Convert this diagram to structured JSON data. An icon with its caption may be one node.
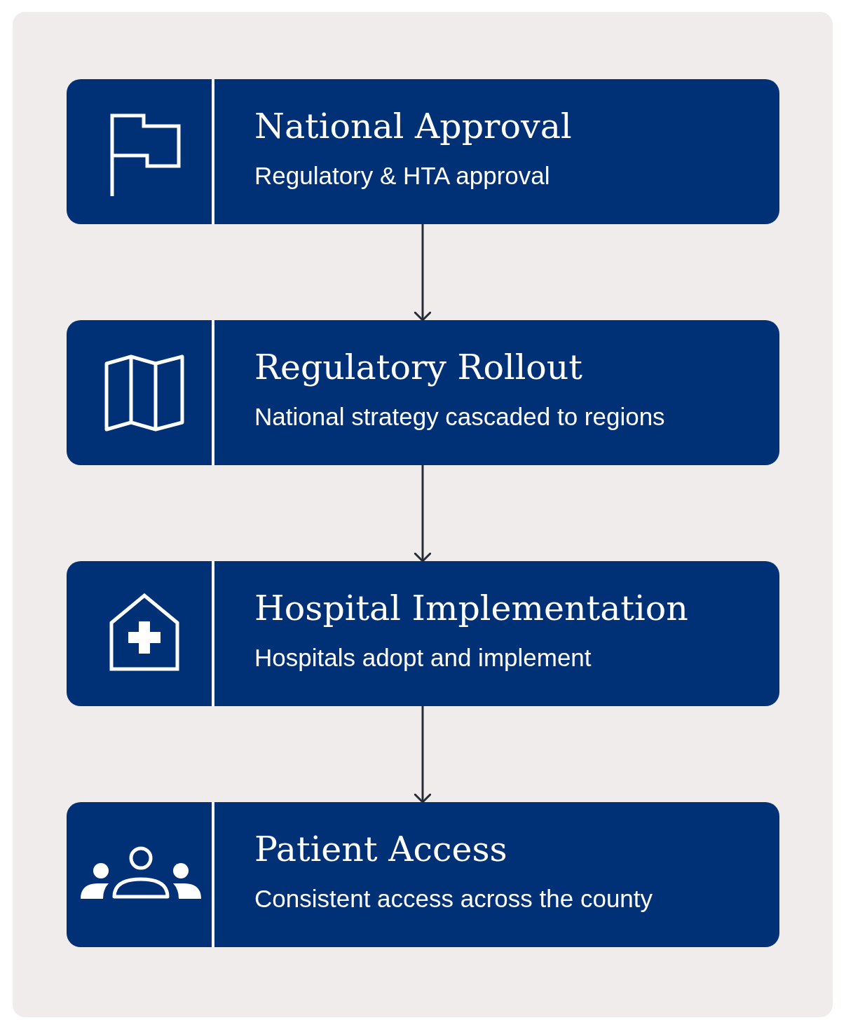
{
  "diagram": {
    "nodes": [
      {
        "text": [
          "National Approval",
          "Regulatory & HTA approval"
        ]
      },
      {
        "text": [
          "Regulatory Rollout",
          "National strategy cascaded to regions"
        ]
      },
      {
        "text": [
          "Hospital Implementation",
          "Hospitals adopt and implement"
        ]
      },
      {
        "text": [
          "Patient Access",
          "Consistent access across the county"
        ]
      }
    ],
    "edges": [
      {
        "from": 0,
        "to": 1,
        "arrow": "to"
      },
      {
        "from": 1,
        "to": 2,
        "arrow": "to"
      },
      {
        "from": 2,
        "to": 3,
        "arrow": "to"
      }
    ]
  }
}
